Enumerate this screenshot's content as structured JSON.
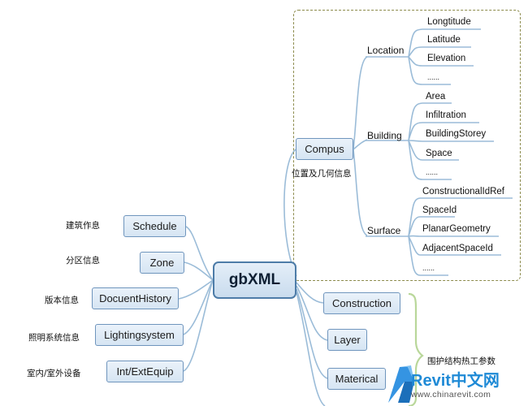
{
  "center": "gbXML",
  "left_branches": [
    {
      "node": "Schedule",
      "note": "建筑作息"
    },
    {
      "node": "Zone",
      "note": "分区信息"
    },
    {
      "node": "DocuentHistory",
      "note": "版本信息"
    },
    {
      "node": "Lightingsystem",
      "note": "照明系统信息"
    },
    {
      "node": "Int/ExtEquip",
      "note": "室内/室外设备"
    }
  ],
  "campus": {
    "node": "Compus",
    "note": "位置及几何信息",
    "groups": [
      {
        "label": "Location",
        "leaves": [
          "Longtitude",
          "Latitude",
          "Elevation",
          "......"
        ]
      },
      {
        "label": "Building",
        "leaves": [
          "Area",
          "Infiltration",
          "BuildingStorey",
          "Space",
          "......"
        ]
      },
      {
        "label": "Surface",
        "leaves": [
          "ConstructionalIdRef",
          "SpaceId",
          "PlanarGeometry",
          "AdjacentSpaceId",
          "......"
        ]
      }
    ]
  },
  "right_lower": [
    "Construction",
    "Layer",
    "Materical"
  ],
  "right_lower_note": "围护结构热工参数",
  "watermark": {
    "brand": "Revit中文网",
    "url": "www.chinarevit.com"
  },
  "colors": {
    "node_fill": "#d6e5f3",
    "node_border": "#6f95bd",
    "connector": "#9bbcd8",
    "dashed_frame": "#8c8b4c",
    "brace": "#b9d79a"
  }
}
